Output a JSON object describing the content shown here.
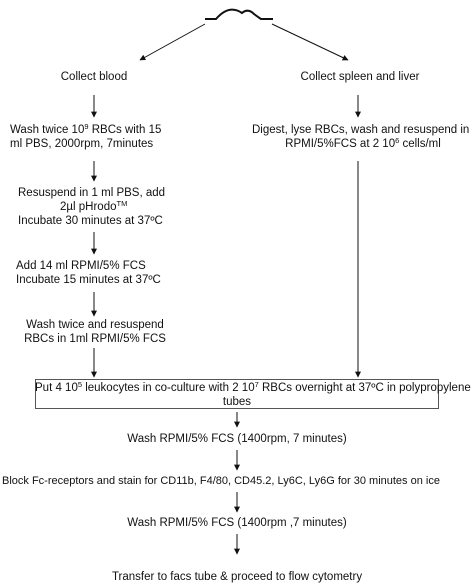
{
  "colors": {
    "line": "#111111",
    "box_border": "#555555"
  },
  "source_icon": "mouse-icon",
  "left_branch": {
    "collect": "Collect blood",
    "wash_1": "Wash twice 10",
    "wash_1_sup": "9",
    "wash_1_b": " RBCs with 15",
    "wash_2": "ml PBS, 2000rpm, 7minutes",
    "resuspend_1": "Resuspend in 1 ml PBS, add",
    "resuspend_2": "2µl pHrodo",
    "resuspend_2_sup": "TM",
    "resuspend_3": "Incubate 30 minutes at 37ºC",
    "add_1": "Add 14 ml RPMI/5% FCS",
    "add_2": "Incubate 15 minutes at 37ºC",
    "wash2_1": "Wash twice and resuspend",
    "wash2_2": "RBCs in 1ml RPMI/5% FCS"
  },
  "right_branch": {
    "collect": "Collect spleen and liver",
    "digest_1": "Digest, lyse RBCs, wash and resuspend in",
    "digest_2": "RPMI/5%FCS at 2 10",
    "digest_2_sup": "6",
    "digest_2_b": " cells/ml"
  },
  "coculture": {
    "line1_a": "Put 4 10",
    "line1_sup1": "5",
    "line1_b": " leukocytes in co-culture with 2 10",
    "line1_sup2": "7",
    "line1_c": " RBCs overnight at 37ºC in polypropylene",
    "line2": "tubes"
  },
  "steps": {
    "wash_a": "Wash RPMI/5% FCS (1400rpm, 7 minutes)",
    "block": "Block Fc-receptors and stain for CD11b, F4/80, CD45.2, Ly6C, Ly6G for 30 minutes on ice",
    "wash_b": "Wash RPMI/5% FCS (1400rpm ,7 minutes)",
    "transfer": "Transfer to facs tube & proceed to flow cytometry"
  }
}
